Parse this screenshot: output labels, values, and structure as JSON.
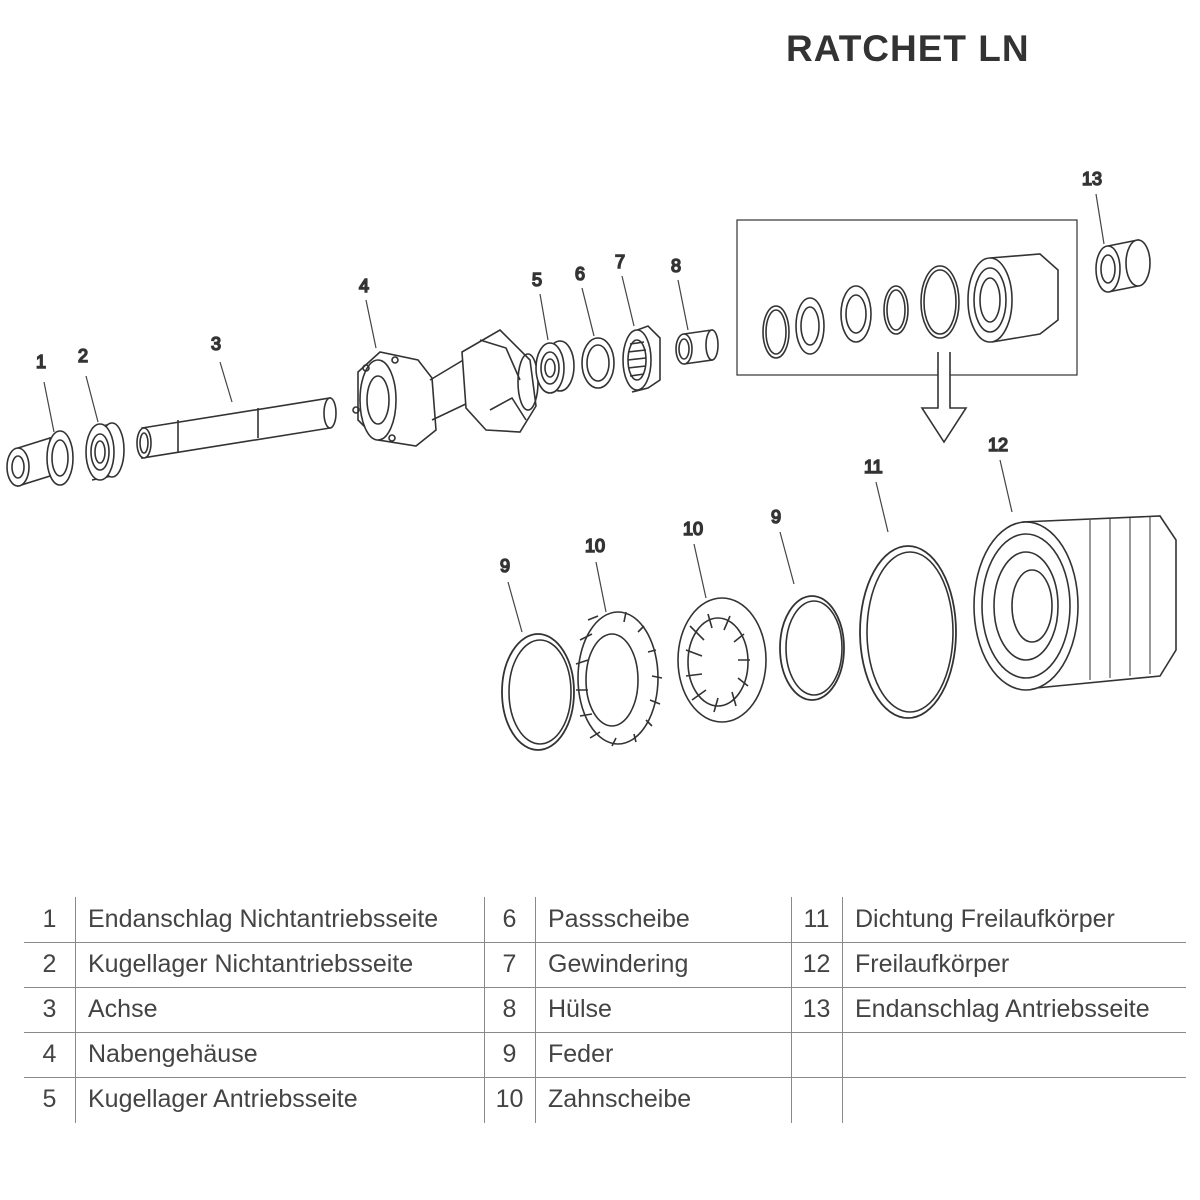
{
  "title": "RATCHET LN",
  "callouts": [
    "1",
    "2",
    "3",
    "4",
    "5",
    "6",
    "7",
    "8",
    "9",
    "10",
    "10",
    "9",
    "11",
    "12",
    "13"
  ],
  "parts": [
    {
      "num": "1",
      "name": "Endanschlag Nichtantriebsseite"
    },
    {
      "num": "2",
      "name": "Kugellager Nichtantriebsseite"
    },
    {
      "num": "3",
      "name": "Achse"
    },
    {
      "num": "4",
      "name": "Nabengehäuse"
    },
    {
      "num": "5",
      "name": "Kugellager Antriebsseite"
    },
    {
      "num": "6",
      "name": "Passscheibe"
    },
    {
      "num": "7",
      "name": "Gewindering"
    },
    {
      "num": "8",
      "name": "Hülse"
    },
    {
      "num": "9",
      "name": "Feder"
    },
    {
      "num": "10",
      "name": "Zahnscheibe"
    },
    {
      "num": "11",
      "name": "Dichtung Freilaufkörper"
    },
    {
      "num": "12",
      "name": "Freilaufkörper"
    },
    {
      "num": "13",
      "name": "Endanschlag Antriebsseite"
    }
  ]
}
